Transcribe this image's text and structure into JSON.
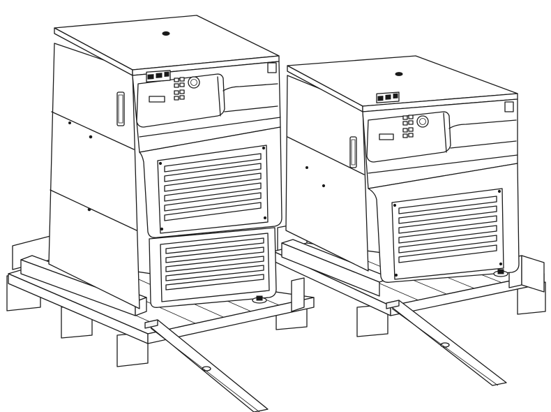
{
  "figure": {
    "subject": "two-centrifuge-units-on-pallets",
    "units": [
      {
        "name": "tall-unit",
        "vent_panels": 2
      },
      {
        "name": "short-unit",
        "vent_panels": 1
      }
    ],
    "colors": {
      "line": "#1a1a1a",
      "background": "#ffffff"
    }
  }
}
